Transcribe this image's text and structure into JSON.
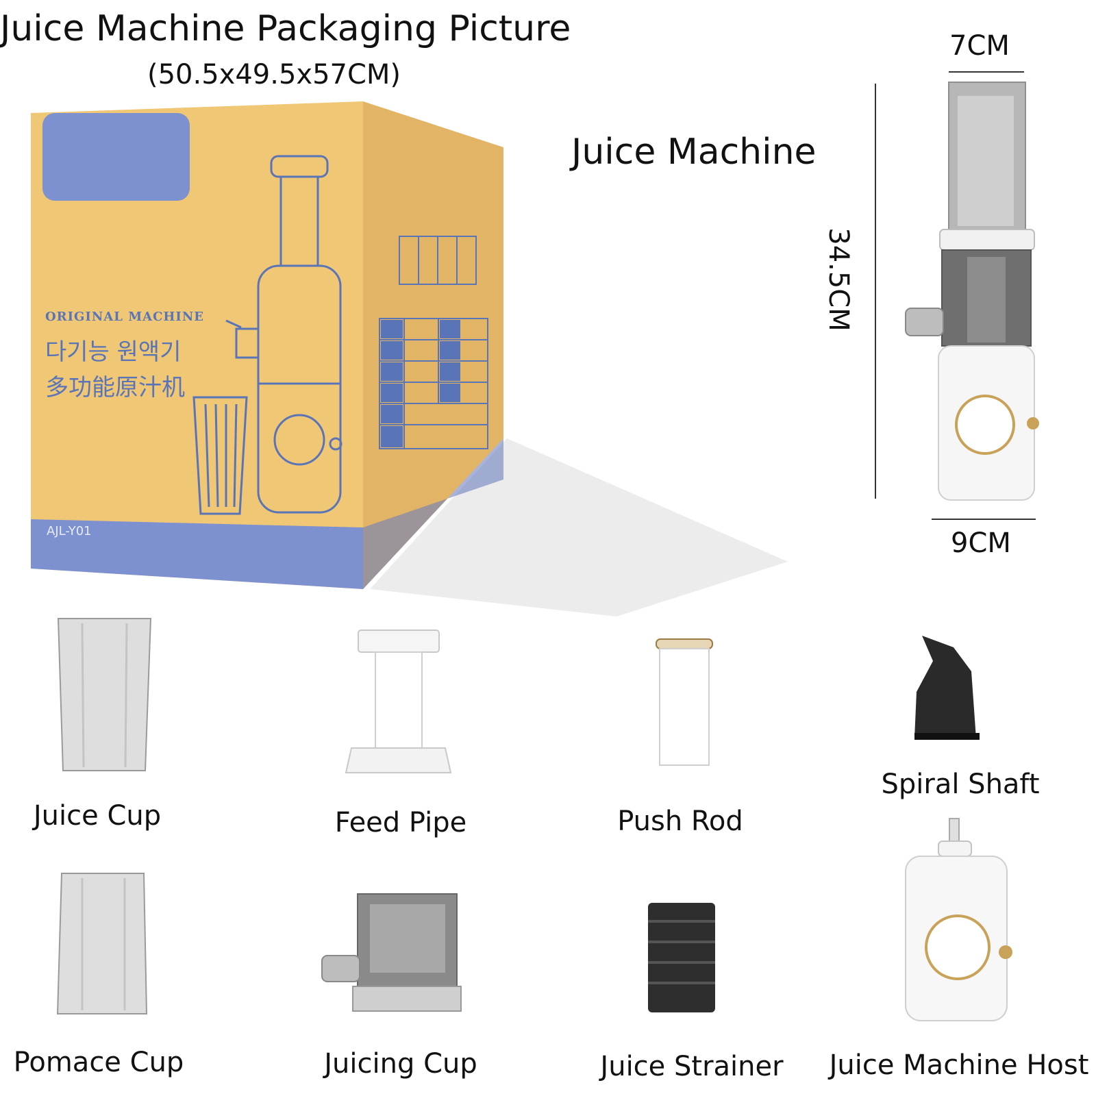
{
  "header": {
    "title": "Juice Machine Packaging Picture",
    "subtitle": "(50.5x49.5x57CM)"
  },
  "box": {
    "brand_line": "ORIGINAL MACHINE",
    "korean_name": "다기능 원액기",
    "chinese_name": "多功能原汁机",
    "model": "AJL-Y01",
    "accent_color": "#7d90cf",
    "cardboard_color": "#efc775"
  },
  "machine": {
    "label": "Juice Machine",
    "top_width": "7CM",
    "height": "34.5CM",
    "base_width": "9CM"
  },
  "parts": [
    {
      "name": "Juice Cup",
      "icon": "juice-cup-icon"
    },
    {
      "name": "Feed Pipe",
      "icon": "feed-pipe-icon"
    },
    {
      "name": "Push Rod",
      "icon": "push-rod-icon"
    },
    {
      "name": "Spiral Shaft",
      "icon": "spiral-shaft-icon"
    },
    {
      "name": "Pomace Cup",
      "icon": "pomace-cup-icon"
    },
    {
      "name": "Juicing Cup",
      "icon": "juicing-cup-icon"
    },
    {
      "name": "Juice Strainer",
      "icon": "juice-strainer-icon"
    },
    {
      "name": "Juice Machine Host",
      "icon": "juice-machine-host-icon"
    }
  ]
}
